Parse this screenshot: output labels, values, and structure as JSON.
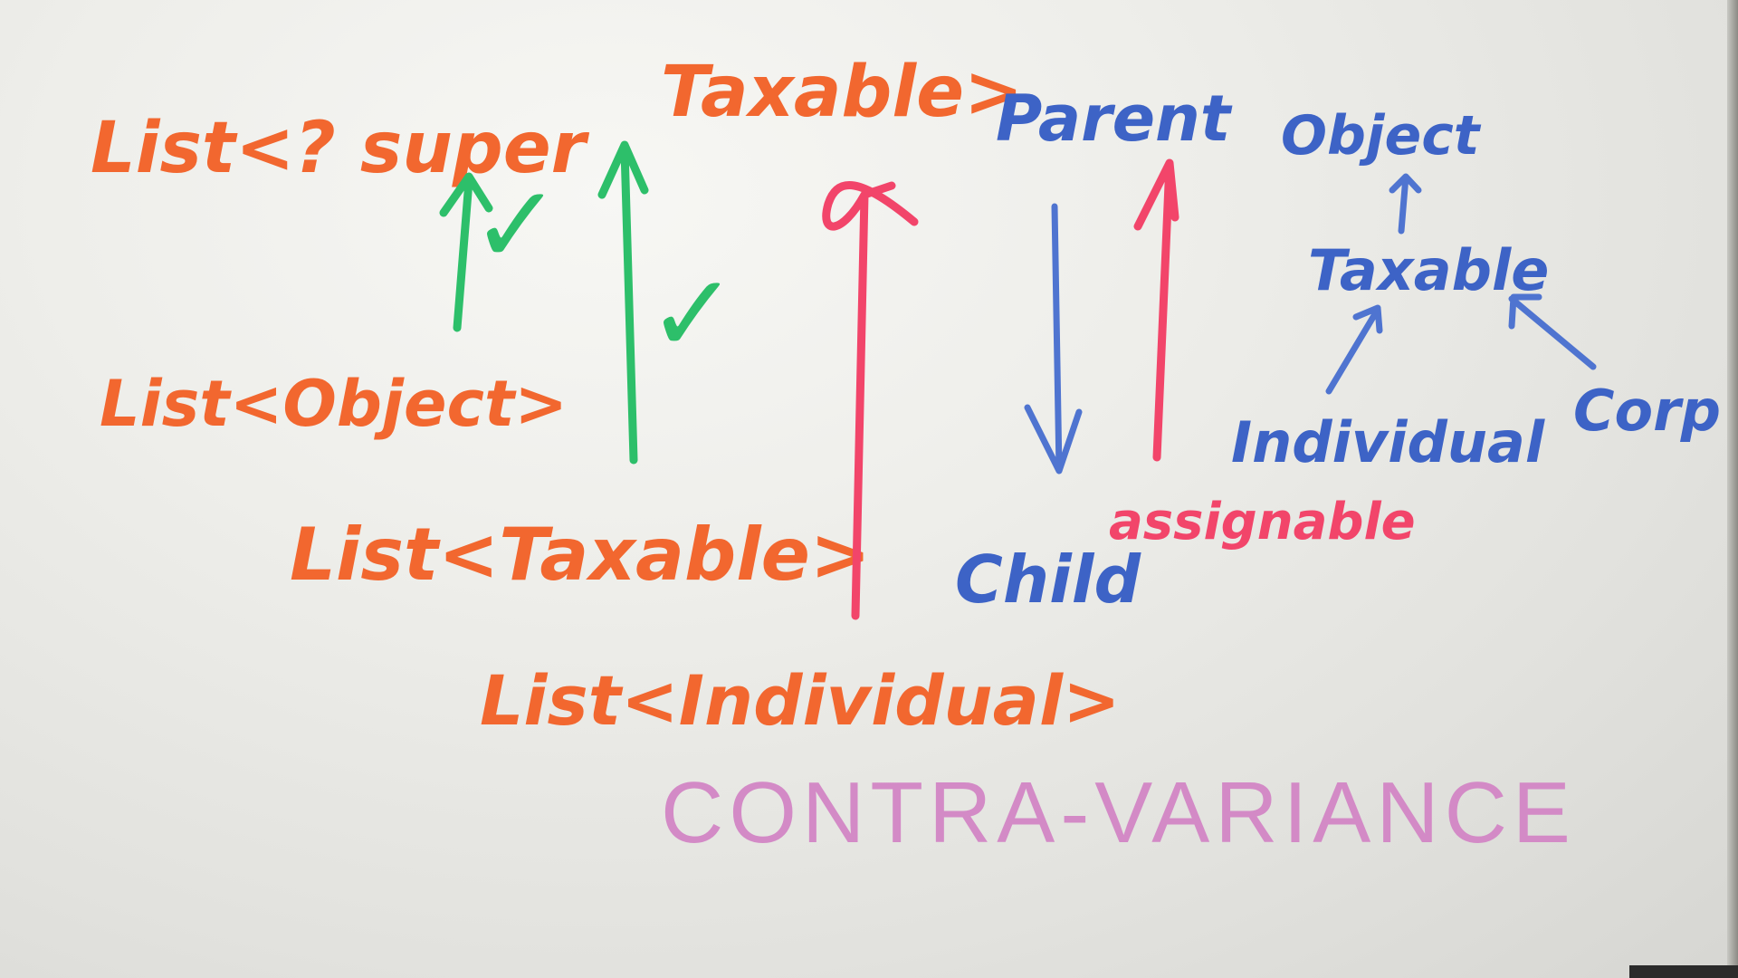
{
  "board": {
    "left_stack": {
      "super_line_a": "List<? super",
      "super_line_b": "Taxable>",
      "object_line": "List<Object>",
      "taxable_line": "List<Taxable>",
      "individual_line": "List<Individual>"
    },
    "relation": {
      "parent": "Parent",
      "child": "Child",
      "assignable": "assignable"
    },
    "hierarchy": {
      "object": "Object",
      "taxable": "Taxable",
      "individual": "Individual",
      "corp": "Corp"
    },
    "heading": "CONTRA-VARIANCE",
    "check_mark": "✓",
    "colors": {
      "orange": "#f2672f",
      "blue": "#3d63c6",
      "red": "#f2456a",
      "green": "#2dbf6a",
      "pink": "#d38ac6"
    }
  }
}
